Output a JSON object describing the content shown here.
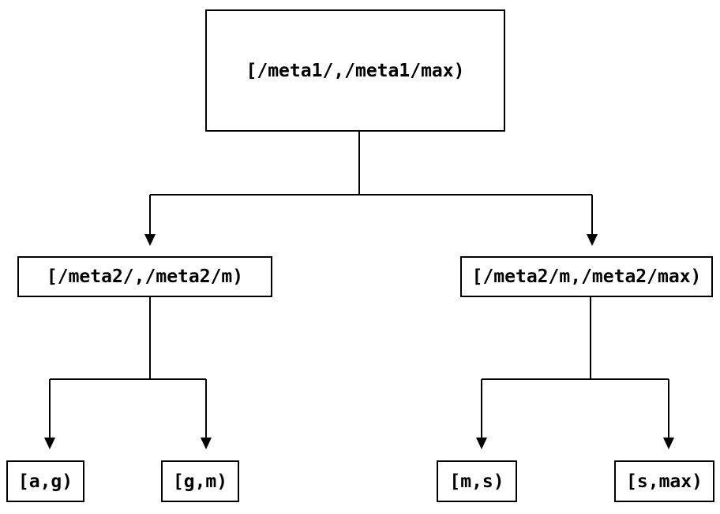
{
  "colors": {
    "background": "#ffffff",
    "line": "#000000",
    "text": "#000000"
  },
  "tree": {
    "label": "[/meta1/,/meta1/max)",
    "children": [
      {
        "label": "[/meta2/,/meta2/m)",
        "children": [
          {
            "label": "[a,g)"
          },
          {
            "label": "[g,m)"
          }
        ]
      },
      {
        "label": "[/meta2/m,/meta2/max)",
        "children": [
          {
            "label": "[m,s)"
          },
          {
            "label": "[s,max)"
          }
        ]
      }
    ]
  }
}
